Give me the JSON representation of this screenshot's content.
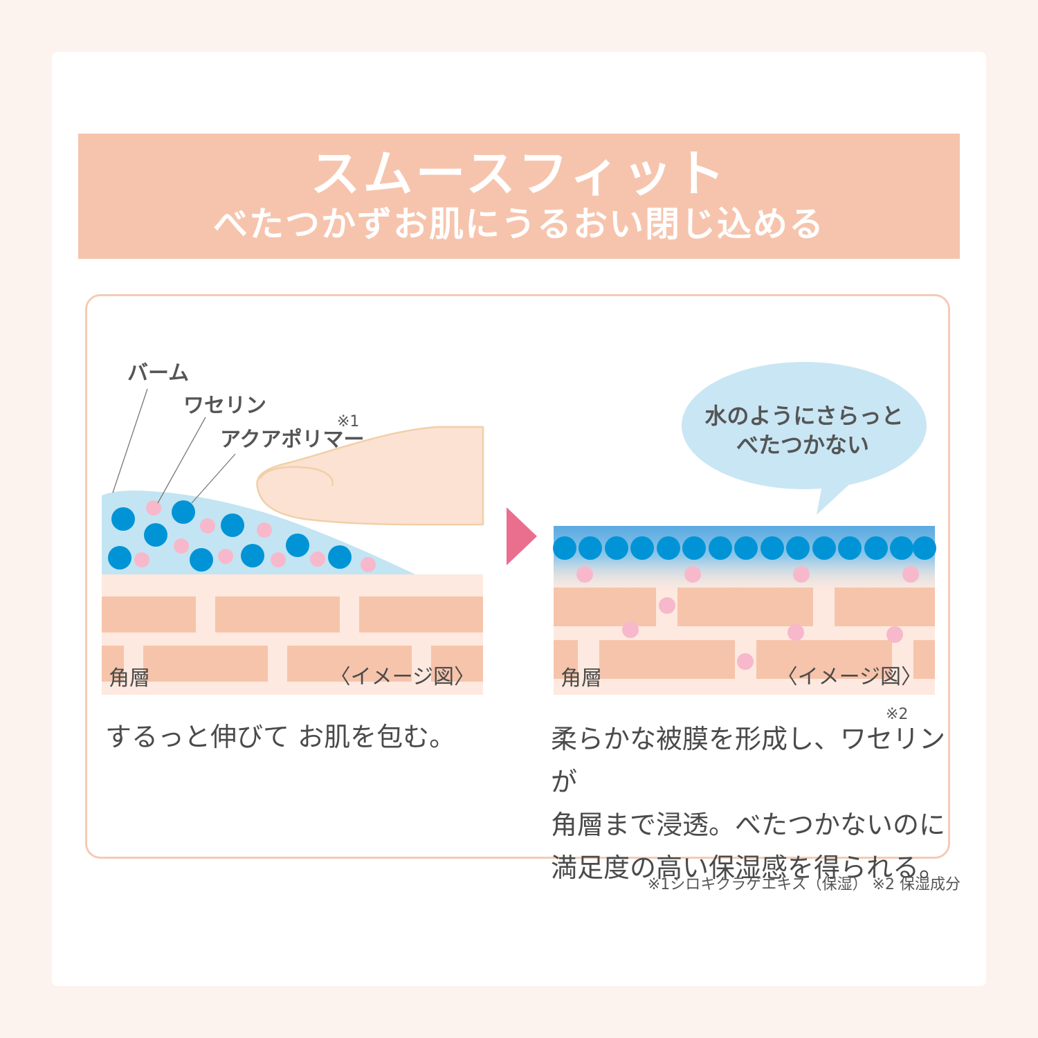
{
  "banner": {
    "title": "スムースフィット",
    "subtitle": "べたつかずお肌にうるおい閉じ込める"
  },
  "left_panel": {
    "labels": {
      "balm": "バーム",
      "vaseline": "ワセリン",
      "aqua_polymer": "アクアポリマー",
      "aqua_polymer_note": "※1"
    },
    "layer_label": "角層",
    "image_note": "〈イメージ図〉",
    "caption": "するっと伸びて お肌を包む。"
  },
  "right_panel": {
    "speech_bubble": [
      "水のようにさらっと",
      "べたつかない"
    ],
    "layer_label": "角層",
    "image_note": "〈イメージ図〉",
    "caption_note": "※2",
    "caption": [
      "柔らかな被膜を形成し、ワセリンが",
      "角層まで浸透。べたつかないのに",
      "満足度の高い保湿感を得られる。"
    ]
  },
  "footnote": "※1シロキクラゲエキス（保湿） ※2 保湿成分",
  "colors": {
    "banner": "#f6c4ad",
    "frame_border": "#f3cbb6",
    "skin_background": "#fde9df",
    "skin_cells": "#f6c4ab",
    "balm": "#c3e4f2",
    "aqua_polymer": "#0094d6",
    "vaseline": "#f7b8cb",
    "arrow": "#ea6f8f",
    "speech_bubble": "#c9e6f4"
  }
}
